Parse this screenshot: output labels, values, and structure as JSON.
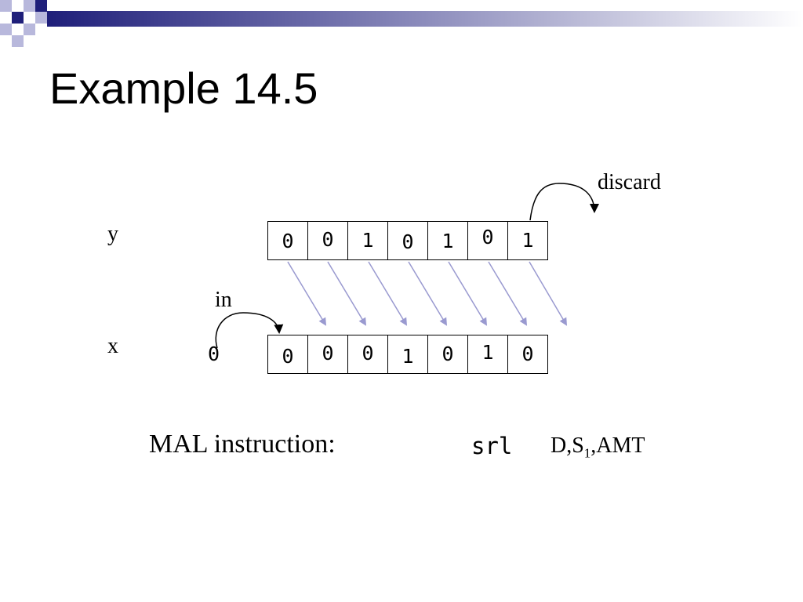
{
  "slide": {
    "title": "Example 14.5"
  },
  "diagram": {
    "y_label": "y",
    "x_label": "x",
    "y_bits": [
      "0",
      "0",
      "1",
      "0",
      "1",
      "0",
      "1"
    ],
    "x_bits": [
      "0",
      "0",
      "0",
      "1",
      "0",
      "1",
      "0"
    ],
    "in_label": "in",
    "in_bit": "0",
    "discard_label": "discard"
  },
  "instruction": {
    "label": "MAL instruction:",
    "opcode": "srl",
    "arg_d": "D,S",
    "arg_s_sub": "1",
    "arg_rest": ",AMT"
  },
  "colors": {
    "band_navy": "#1f1f7a",
    "band_light": "#b8b8dc",
    "arrow_color": "#9a9ad0"
  }
}
